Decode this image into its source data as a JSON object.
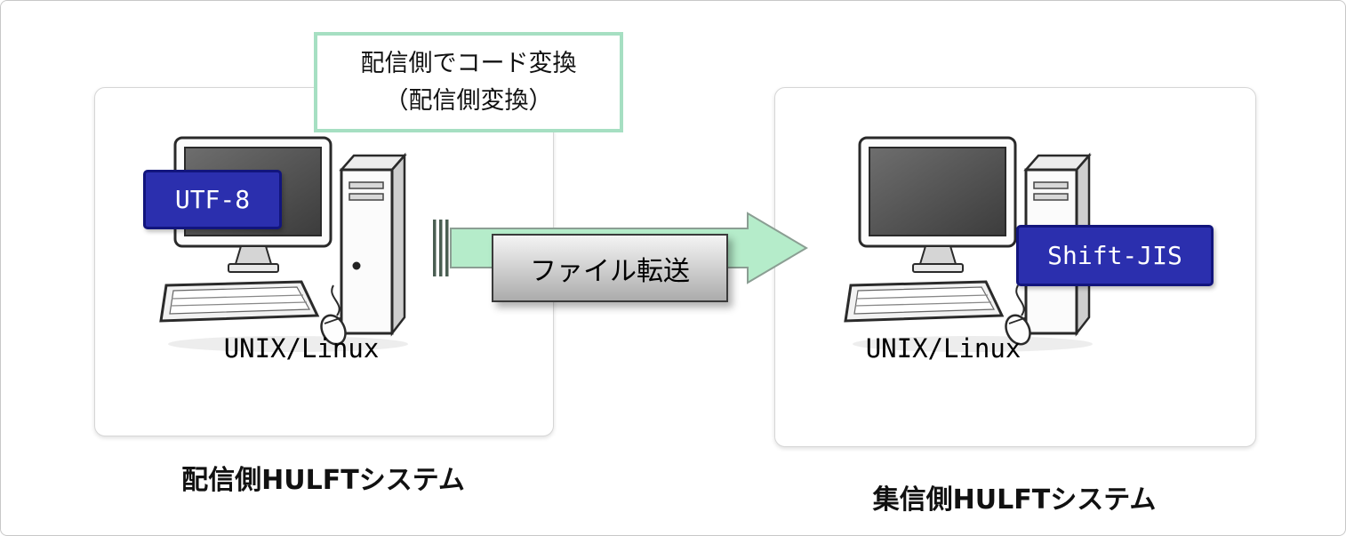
{
  "callout": {
    "line1": "配信側でコード変換",
    "line2": "（配信側変換）"
  },
  "transfer_arrow": {
    "label": "ファイル転送"
  },
  "sender": {
    "encoding_badge": "UTF-8",
    "os_label": "UNIX/Linux",
    "caption": "配信側HULFTシステム"
  },
  "receiver": {
    "encoding_badge": "Shift-JIS",
    "os_label": "UNIX/Linux",
    "caption": "集信側HULFTシステム"
  },
  "colors": {
    "badge_bg": "#2b2fae",
    "badge_border": "#12157d",
    "arrow_fill": "#b5ecca",
    "arrow_stroke": "#8b9e93",
    "callout_border": "#a6dfc2",
    "label_gradient_top": "#f4f4f4",
    "label_gradient_bottom": "#acacac"
  }
}
